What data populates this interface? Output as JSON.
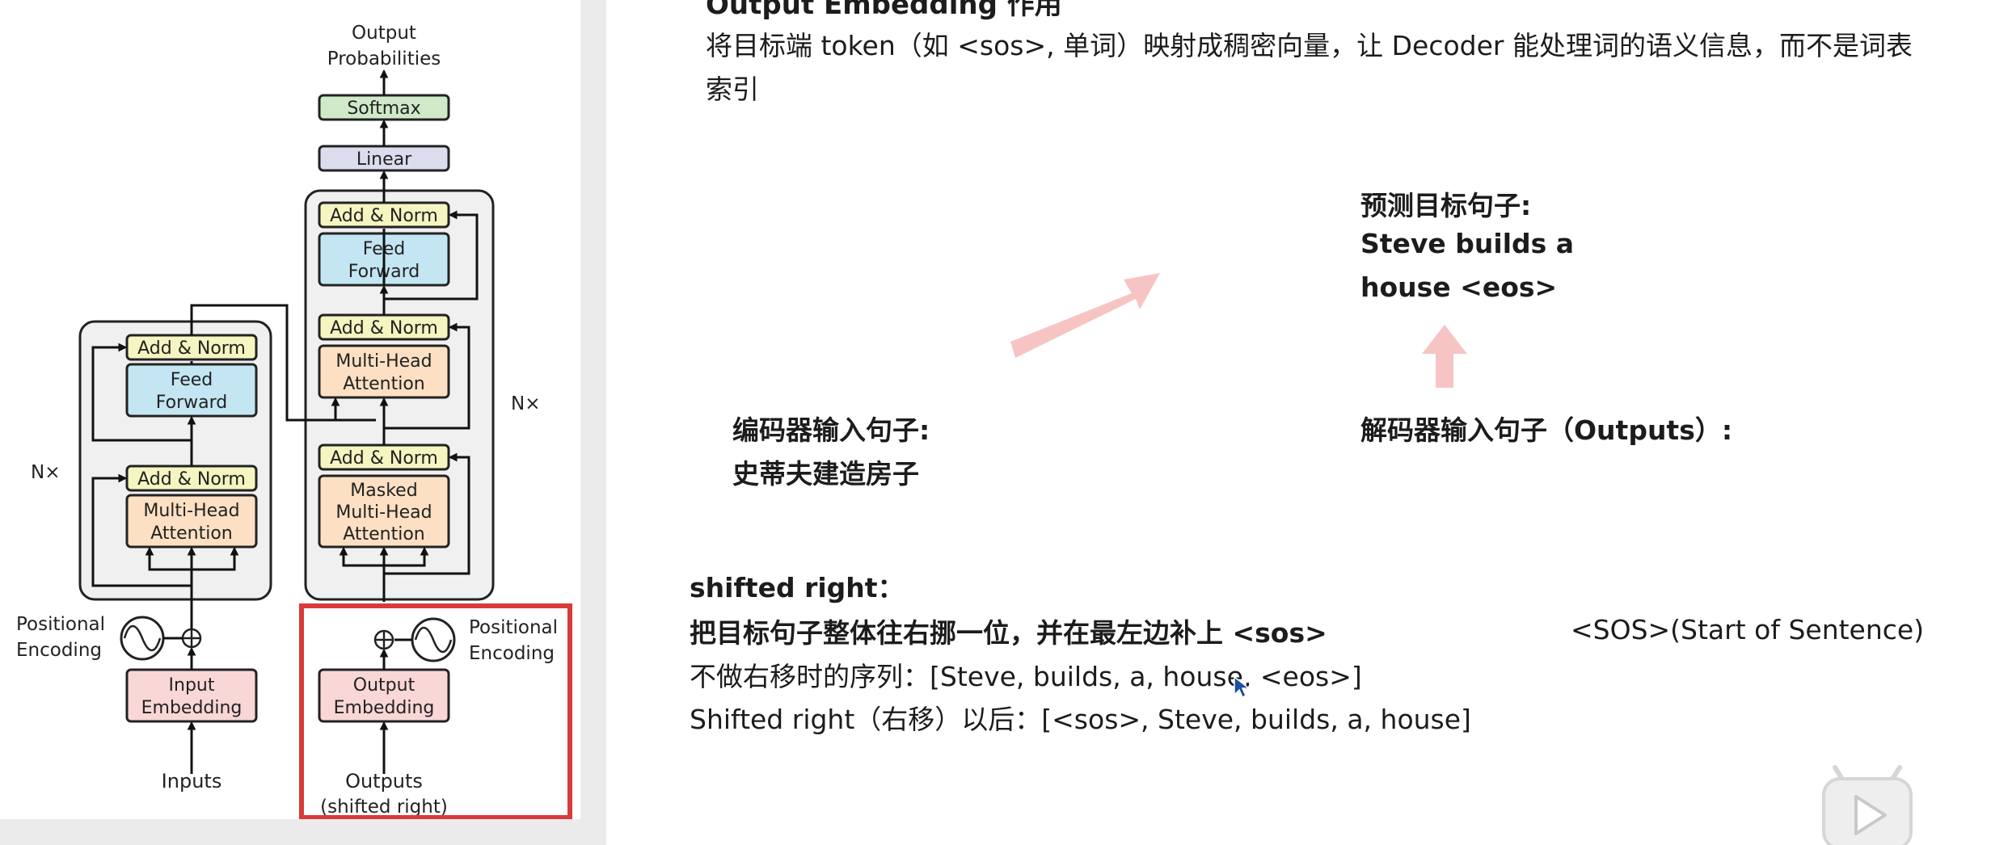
{
  "diagram": {
    "output_probabilities": [
      "Output",
      "Probabilities"
    ],
    "softmax": "Softmax",
    "linear": "Linear",
    "add_norm": "Add & Norm",
    "feed_forward": [
      "Feed",
      "Forward"
    ],
    "multi_head_attention": [
      "Multi-Head",
      "Attention"
    ],
    "masked_multi_head_attention": [
      "Masked",
      "Multi-Head",
      "Attention"
    ],
    "nx": "N×",
    "positional_encoding": [
      "Positional",
      "Encoding"
    ],
    "input_embedding": [
      "Input",
      "Embedding"
    ],
    "output_embedding": [
      "Output",
      "Embedding"
    ],
    "inputs": "Inputs",
    "outputs": [
      "Outputs",
      "(shifted right)"
    ],
    "colors": {
      "softmax": "#cfe9c9",
      "linear": "#dcdcef",
      "add_norm": "#f4f5c0",
      "feed_forward": "#c3e6f2",
      "attention": "#fde0c3",
      "embedding": "#f9d7d7",
      "stack_bg": "#f0f0f0",
      "highlight": "#d93a3a"
    }
  },
  "slide": {
    "heading_partial": "Output Embedding 作用",
    "embedding_desc_line1": "将目标端 token（如 <sos>, 单词）映射成稠密向量，让 Decoder 能处理词的语义信息，而不是词表",
    "embedding_desc_line2": "索引",
    "predict_label": "预测目标句子:",
    "predict_line1": "Steve builds a",
    "predict_line2": "house <eos>",
    "encoder_label": "编码器输入句子:",
    "encoder_sentence": "史蒂夫建造房子",
    "decoder_label": "解码器输入句子（Outputs）:",
    "shifted_title": "shifted right：",
    "shifted_desc": "把目标句子整体往右挪一位，并在最左边补上 <sos>",
    "sos_note": "<SOS>(Start of Sentence)",
    "no_shift_seq": "不做右移时的序列：[Steve, builds, a, house, <eos>]",
    "shifted_seq": "Shifted right（右移）以后：[<sos>, Steve, builds, a, house]",
    "arrow_color": "#f7c4c4"
  }
}
